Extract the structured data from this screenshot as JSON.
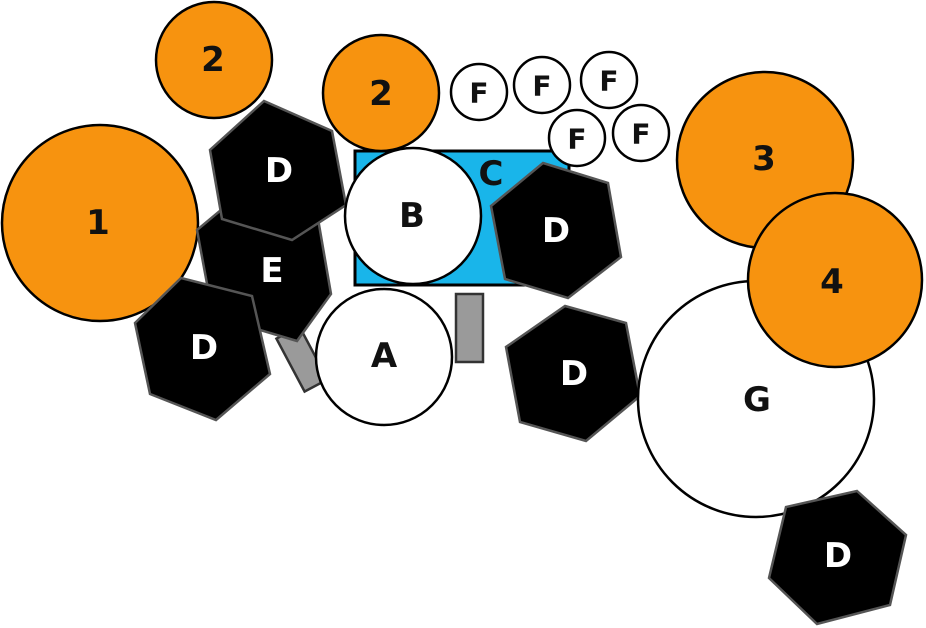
{
  "colors": {
    "orange": "#f7930f",
    "blue": "#19b5ea",
    "black": "#000000",
    "white": "#ffffff",
    "gray": "#9a9a9a",
    "outline": "#555555"
  },
  "labels": {
    "c1": "1",
    "c2a": "2",
    "c2b": "2",
    "c3": "3",
    "c4": "4",
    "a": "A",
    "b": "B",
    "c": "C",
    "e": "E",
    "g": "G",
    "f1": "F",
    "f2": "F",
    "f3": "F",
    "f4": "F",
    "f5": "F",
    "d1": "D",
    "d2": "D",
    "d3": "D",
    "d4": "D",
    "d5": "D"
  }
}
